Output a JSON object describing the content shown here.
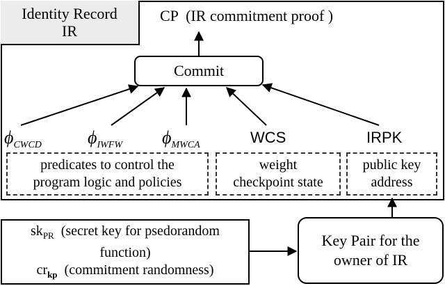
{
  "identity_record": {
    "line1": "Identity Record",
    "line2": "IR"
  },
  "cp_label": "CP  (IR commitment proof )",
  "commit_label": "Commit",
  "inputs": {
    "phi_cwcd": {
      "symbol": "ϕ",
      "subscript": "CWCD"
    },
    "phi_iwfw": {
      "symbol": "ϕ",
      "subscript": "IWFW"
    },
    "phi_mwca": {
      "symbol": "ϕ",
      "subscript": "MWCA"
    },
    "wcs": "WCS",
    "irpk": "IRPK"
  },
  "predicates_box": {
    "line1": "predicates to control the",
    "line2": "program logic and policies"
  },
  "weight_box": {
    "line1": "weight",
    "line2": "checkpoint state"
  },
  "pubkey_box": {
    "line1": "public key",
    "line2": "address"
  },
  "secret_box": {
    "sk": "sk",
    "sk_sub": "PR",
    "sk_desc": "(secret key for psedorandom",
    "line2": "function)",
    "cr": "cr",
    "cr_sub": "kp",
    "cr_desc": "(commitment randomness)"
  },
  "keypair_box": {
    "line1": "Key Pair for the",
    "line2": "owner of IR"
  }
}
